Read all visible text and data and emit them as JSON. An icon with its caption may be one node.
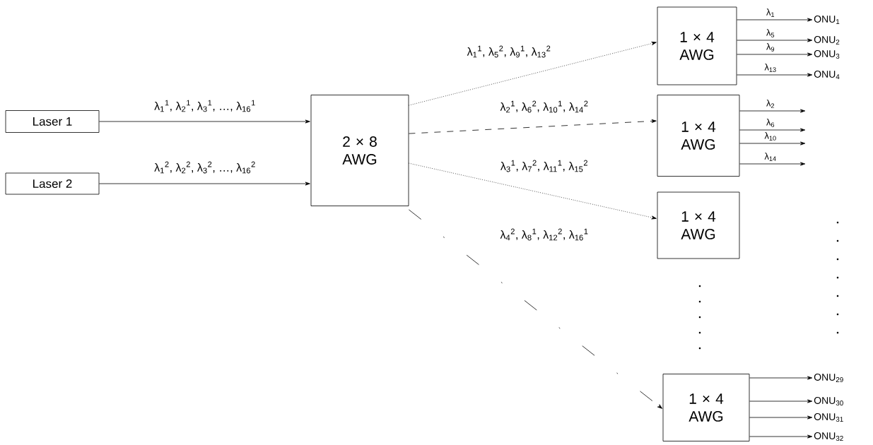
{
  "diagram": {
    "nodes": [
      {
        "text": [
          "Laser 1"
        ]
      },
      {
        "text": [
          "Laser 2"
        ]
      },
      {
        "text": [
          "2 × 8 AWG"
        ]
      },
      {
        "text": [
          "1 × 4 AWG"
        ]
      },
      {
        "text": [
          "1 × 4 AWG"
        ]
      },
      {
        "text": [
          "1 × 4 AWG"
        ]
      },
      {
        "text": [
          "1 × 4 AWG"
        ]
      },
      {
        "text": [
          "ONU$_{1}$"
        ]
      },
      {
        "text": [
          "ONU$_{2}$"
        ]
      },
      {
        "text": [
          "ONU$_{3}$"
        ]
      },
      {
        "text": [
          "ONU$_{4}$"
        ]
      },
      {
        "text": [
          "ONU$_{29}$"
        ]
      },
      {
        "text": [
          "ONU$_{30}$"
        ]
      },
      {
        "text": [
          "ONU$_{31}$"
        ]
      },
      {
        "text": [
          "ONU$_{32}$"
        ]
      }
    ],
    "edges": [
      {
        "from": 0,
        "to": 2,
        "arrow": "to",
        "label": "λ$_{1}$$^{1}$, λ$_{2}$$^{1}$, λ$_{3}$$^{1}$, …, λ$_{16}$$^{1}$"
      },
      {
        "from": 1,
        "to": 2,
        "arrow": "to",
        "label": "λ$_{1}$$^{2}$, λ$_{2}$$^{2}$, λ$_{3}$$^{2}$, …, λ$_{16}$$^{2}$"
      },
      {
        "from": 2,
        "to": 3,
        "arrow": "to",
        "style": "dashed",
        "label": "λ$_{1}$$^{1}$, λ$_{5}$$^{2}$, λ$_{9}$$^{1}$, λ$_{13}$$^{2}$"
      },
      {
        "from": 2,
        "to": 4,
        "arrow": "to",
        "style": "dashed",
        "label": "λ$_{2}$$^{1}$, λ$_{6}$$^{2}$, λ$_{10}$$^{1}$, λ$_{14}$$^{2}$"
      },
      {
        "from": 2,
        "to": 5,
        "arrow": "to",
        "style": "dashed",
        "label": "λ$_{3}$$^{1}$, λ$_{7}$$^{2}$, λ$_{11}$$^{1}$, λ$_{15}$$^{2}$"
      },
      {
        "from": 2,
        "to": 6,
        "arrow": "to",
        "style": "dashed"
      },
      {
        "from": 3,
        "to": 7,
        "arrow": "to",
        "label": "λ$_{1}$"
      },
      {
        "from": 3,
        "to": 8,
        "arrow": "to",
        "label": "λ$_{5}$"
      },
      {
        "from": 3,
        "to": 9,
        "arrow": "to",
        "label": "λ$_{9}$"
      },
      {
        "from": 3,
        "to": 10,
        "arrow": "to",
        "label": "λ$_{13}$"
      },
      {
        "from": 4,
        "to": null,
        "arrow": "to",
        "label": "λ$_{2}$"
      },
      {
        "from": 4,
        "to": null,
        "arrow": "to",
        "label": "λ$_{6}$"
      },
      {
        "from": 4,
        "to": null,
        "arrow": "to",
        "label": "λ$_{10}$"
      },
      {
        "from": 4,
        "to": null,
        "arrow": "to",
        "label": "λ$_{14}$"
      },
      {
        "from": 6,
        "to": 11,
        "arrow": "to"
      },
      {
        "from": 6,
        "to": 12,
        "arrow": "to"
      },
      {
        "from": 6,
        "to": 13,
        "arrow": "to"
      },
      {
        "from": 6,
        "to": 14,
        "arrow": "to"
      }
    ],
    "labels": [
      "λ$_{4}$$^{2}$, λ$_{8}$$^{1}$, λ$_{12}$$^{2}$, λ$_{16}$$^{1}$"
    ]
  }
}
